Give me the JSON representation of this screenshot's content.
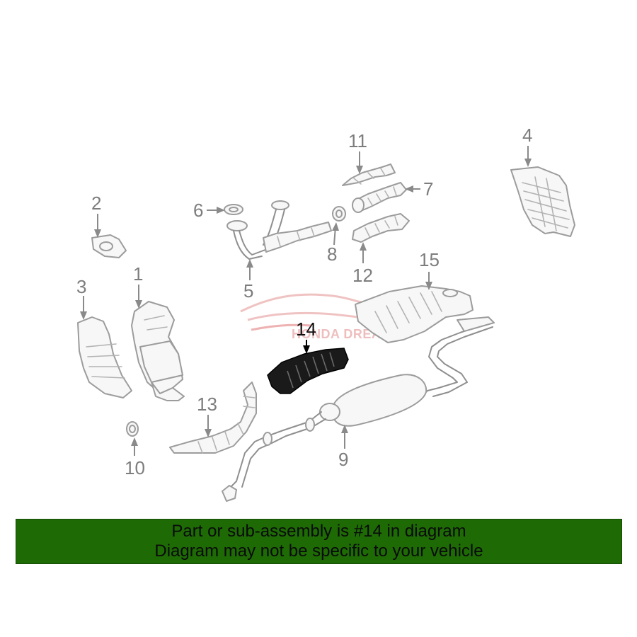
{
  "callouts": {
    "c1": "1",
    "c2": "2",
    "c3": "3",
    "c4": "4",
    "c5": "5",
    "c6": "6",
    "c7": "7",
    "c8": "8",
    "c9": "9",
    "c10": "10",
    "c11": "11",
    "c12": "12",
    "c13": "13",
    "c14": "14",
    "c15": "15"
  },
  "highlighted_part": "14",
  "watermark": {
    "text": "HONDA DREAM"
  },
  "banner": {
    "line1": "Part or sub-assembly is #14 in diagram",
    "line2": "Diagram may not be specific to your vehicle",
    "background": "#1e6b06"
  },
  "colors": {
    "highlight": "#1a1a1a",
    "line_art": "#9c9c9c",
    "watermark": "#e9a9a9"
  }
}
